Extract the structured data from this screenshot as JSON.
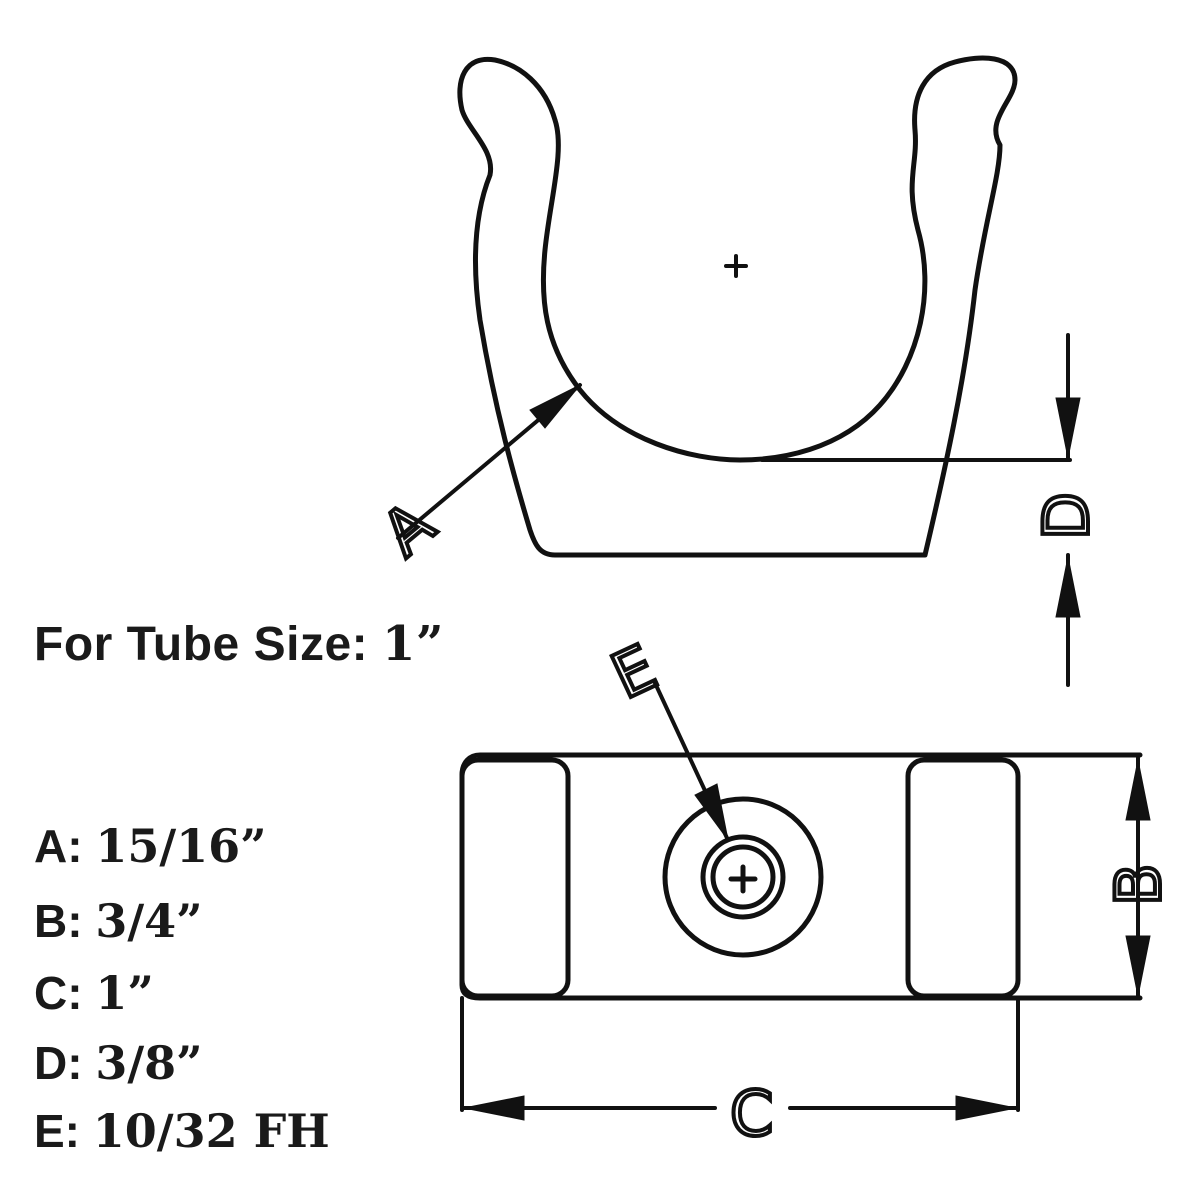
{
  "tube_size": {
    "label": "For Tube Size:",
    "value": "1”"
  },
  "dimension_letters": {
    "a": "A",
    "b": "B",
    "c": "C",
    "d": "D",
    "e": "E"
  },
  "specs": [
    {
      "key": "A:",
      "value": "15/16”"
    },
    {
      "key": "B:",
      "value": "3/4”"
    },
    {
      "key": "C:",
      "value": "1”"
    },
    {
      "key": "D:",
      "value": "3/8”"
    },
    {
      "key": "E:",
      "value": "10/32 FH"
    }
  ]
}
